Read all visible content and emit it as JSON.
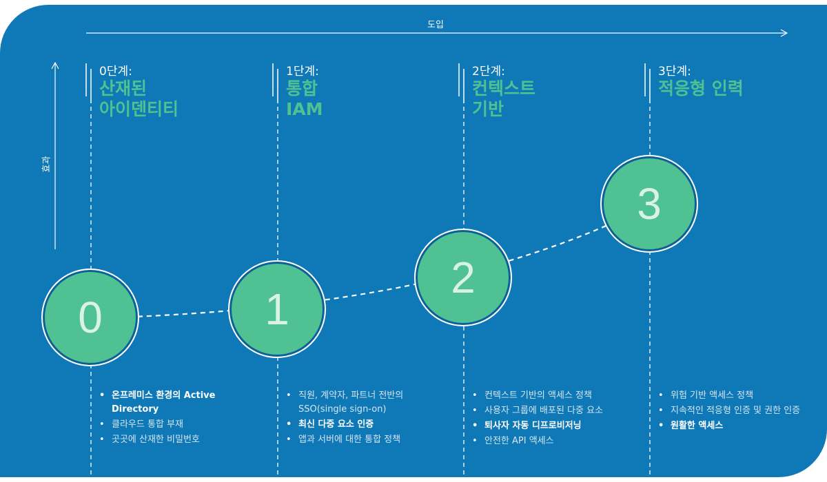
{
  "x_axis_label": "도입",
  "y_axis_label": "효과",
  "stages": [
    {
      "number": "0",
      "label": "0단계:",
      "title": [
        "산재된",
        "아이덴티티"
      ],
      "bullets": [
        {
          "text": "온프레미스 환경의 Active Directory",
          "bold": true
        },
        {
          "text": "클라우드 통합 부재",
          "bold": false
        },
        {
          "text": "곳곳에 산재한 비밀번호",
          "bold": false
        }
      ]
    },
    {
      "number": "1",
      "label": "1단계:",
      "title": [
        "통합",
        "IAM"
      ],
      "bullets": [
        {
          "text": "직원, 계약자, 파트너 전반의 SSO(single sign-on)",
          "bold": false
        },
        {
          "text": "최신 다중 요소 인증",
          "bold": true
        },
        {
          "text": "앱과 서버에 대한 통합 정책",
          "bold": false
        }
      ]
    },
    {
      "number": "2",
      "label": "2단계:",
      "title": [
        "컨텍스트",
        "기반"
      ],
      "bullets": [
        {
          "text": "컨텍스트 기반의 액세스 정책",
          "bold": false
        },
        {
          "text": "사용자 그룹에 배포된 다중 요소",
          "bold": false
        },
        {
          "text": "퇴사자 자동 디프로비저닝",
          "bold": true
        },
        {
          "text": "안전한 API 액세스",
          "bold": false
        }
      ]
    },
    {
      "number": "3",
      "label": "3단계:",
      "title": [
        "적응형 인력"
      ],
      "bullets": [
        {
          "text": "위험 기반 액세스 정책",
          "bold": false
        },
        {
          "text": "지속적인 적응형 인증 및 권한 인증",
          "bold": false
        },
        {
          "text": "원활한 액세스",
          "bold": true
        }
      ]
    }
  ],
  "colors": {
    "background": "#0f78b6",
    "circle": "#4fc193",
    "title": "#4fc193"
  }
}
